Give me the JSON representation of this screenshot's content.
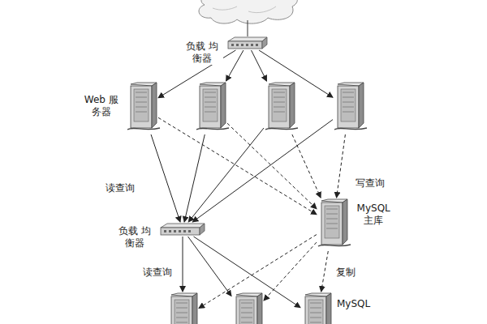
{
  "diagram": {
    "nodes": [
      {
        "text": [
          "负载 均衡器"
        ]
      },
      {
        "text": [
          "Web 服务器"
        ]
      },
      {
        "text": []
      },
      {
        "text": []
      },
      {
        "text": []
      },
      {
        "text": [
          "负载 均衡器"
        ]
      },
      {
        "text": [
          "MySQL 主库"
        ]
      },
      {
        "text": []
      },
      {
        "text": []
      },
      {
        "text": [
          "MySQL"
        ]
      }
    ],
    "edges": [
      {
        "from": 0,
        "to": 1,
        "arrow": "to"
      },
      {
        "from": 0,
        "to": 2,
        "arrow": "to"
      },
      {
        "from": 0,
        "to": 3,
        "arrow": "to"
      },
      {
        "from": 0,
        "to": 4,
        "arrow": "to"
      },
      {
        "from": 1,
        "to": 5,
        "label": "读查询",
        "arrow": "to"
      },
      {
        "from": 2,
        "to": 5,
        "arrow": "to"
      },
      {
        "from": 3,
        "to": 5,
        "arrow": "to"
      },
      {
        "from": 4,
        "to": 5,
        "arrow": "to"
      },
      {
        "from": 1,
        "to": 6,
        "arrow": "to"
      },
      {
        "from": 2,
        "to": 6,
        "arrow": "to"
      },
      {
        "from": 3,
        "to": 6,
        "arrow": "to"
      },
      {
        "from": 4,
        "to": 6,
        "label": "写查询",
        "arrow": "to"
      },
      {
        "from": 5,
        "to": 7,
        "label": "读查询",
        "arrow": "to"
      },
      {
        "from": 5,
        "to": 8,
        "arrow": "to"
      },
      {
        "from": 5,
        "to": 9,
        "arrow": "to"
      },
      {
        "from": 6,
        "to": 7,
        "arrow": "to"
      },
      {
        "from": 6,
        "to": 8,
        "arrow": "to"
      },
      {
        "from": 6,
        "to": 9,
        "label": "复制",
        "arrow": "to"
      }
    ]
  }
}
